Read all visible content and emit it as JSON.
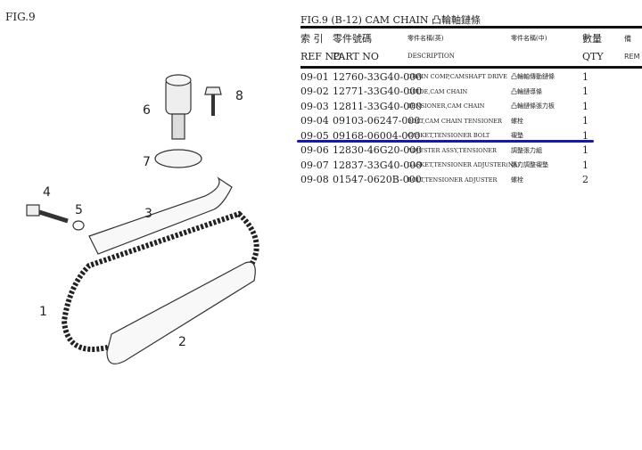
{
  "figure_label": "FIG.9",
  "table": {
    "title": "FIG.9 (B-12) CAM CHAIN 凸輪軸鏈條",
    "headers_zh": [
      "索 引",
      "零件號碼",
      "零件名稱(英)",
      "零件名稱(中)",
      "數量",
      "備"
    ],
    "headers_en": [
      "REF NO",
      "PART NO",
      "DESCRIPTION",
      "",
      "QTY",
      "REM"
    ],
    "rows": [
      {
        "ref": "09-01",
        "part": "12760-33G40-000",
        "desc": "CHAIN COMP,CAMSHAFT DRIVE",
        "zh": "凸輪軸傳動鏈條",
        "qty": "1"
      },
      {
        "ref": "09-02",
        "part": "12771-33G40-000",
        "desc": "GUIDE,CAM CHAIN",
        "zh": "凸輪鏈導條",
        "qty": "1"
      },
      {
        "ref": "09-03",
        "part": "12811-33G40-000",
        "desc": "TENSIONER,CAM CHAIN",
        "zh": "凸輪鏈條張力板",
        "qty": "1"
      },
      {
        "ref": "09-04",
        "part": "09103-06247-000",
        "desc": "BOLT,CAM CHAIN TENSIONER",
        "zh": "螺栓",
        "qty": "1"
      },
      {
        "ref": "09-05",
        "part": "09168-06004-000",
        "desc": "GASKET,TENSIONER BOLT",
        "zh": "襯墊",
        "qty": "1"
      },
      {
        "ref": "09-06",
        "part": "12830-46G20-000",
        "desc": "ADJUSTER ASSY,TENSIONER",
        "zh": "調整張力組",
        "qty": "1"
      },
      {
        "ref": "09-07",
        "part": "12837-33G40-000",
        "desc": "GASKET,TENSIONER ADJUSTER(NA)",
        "zh": "張力調整襯墊",
        "qty": "1"
      },
      {
        "ref": "09-08",
        "part": "01547-0620B-000",
        "desc": "BOLT,TENSIONER ADJUSTER",
        "zh": "螺栓",
        "qty": "2"
      }
    ]
  },
  "callouts": [
    "1",
    "2",
    "3",
    "4",
    "5",
    "6",
    "7",
    "8"
  ],
  "highlight_color": "#1a1aa0"
}
